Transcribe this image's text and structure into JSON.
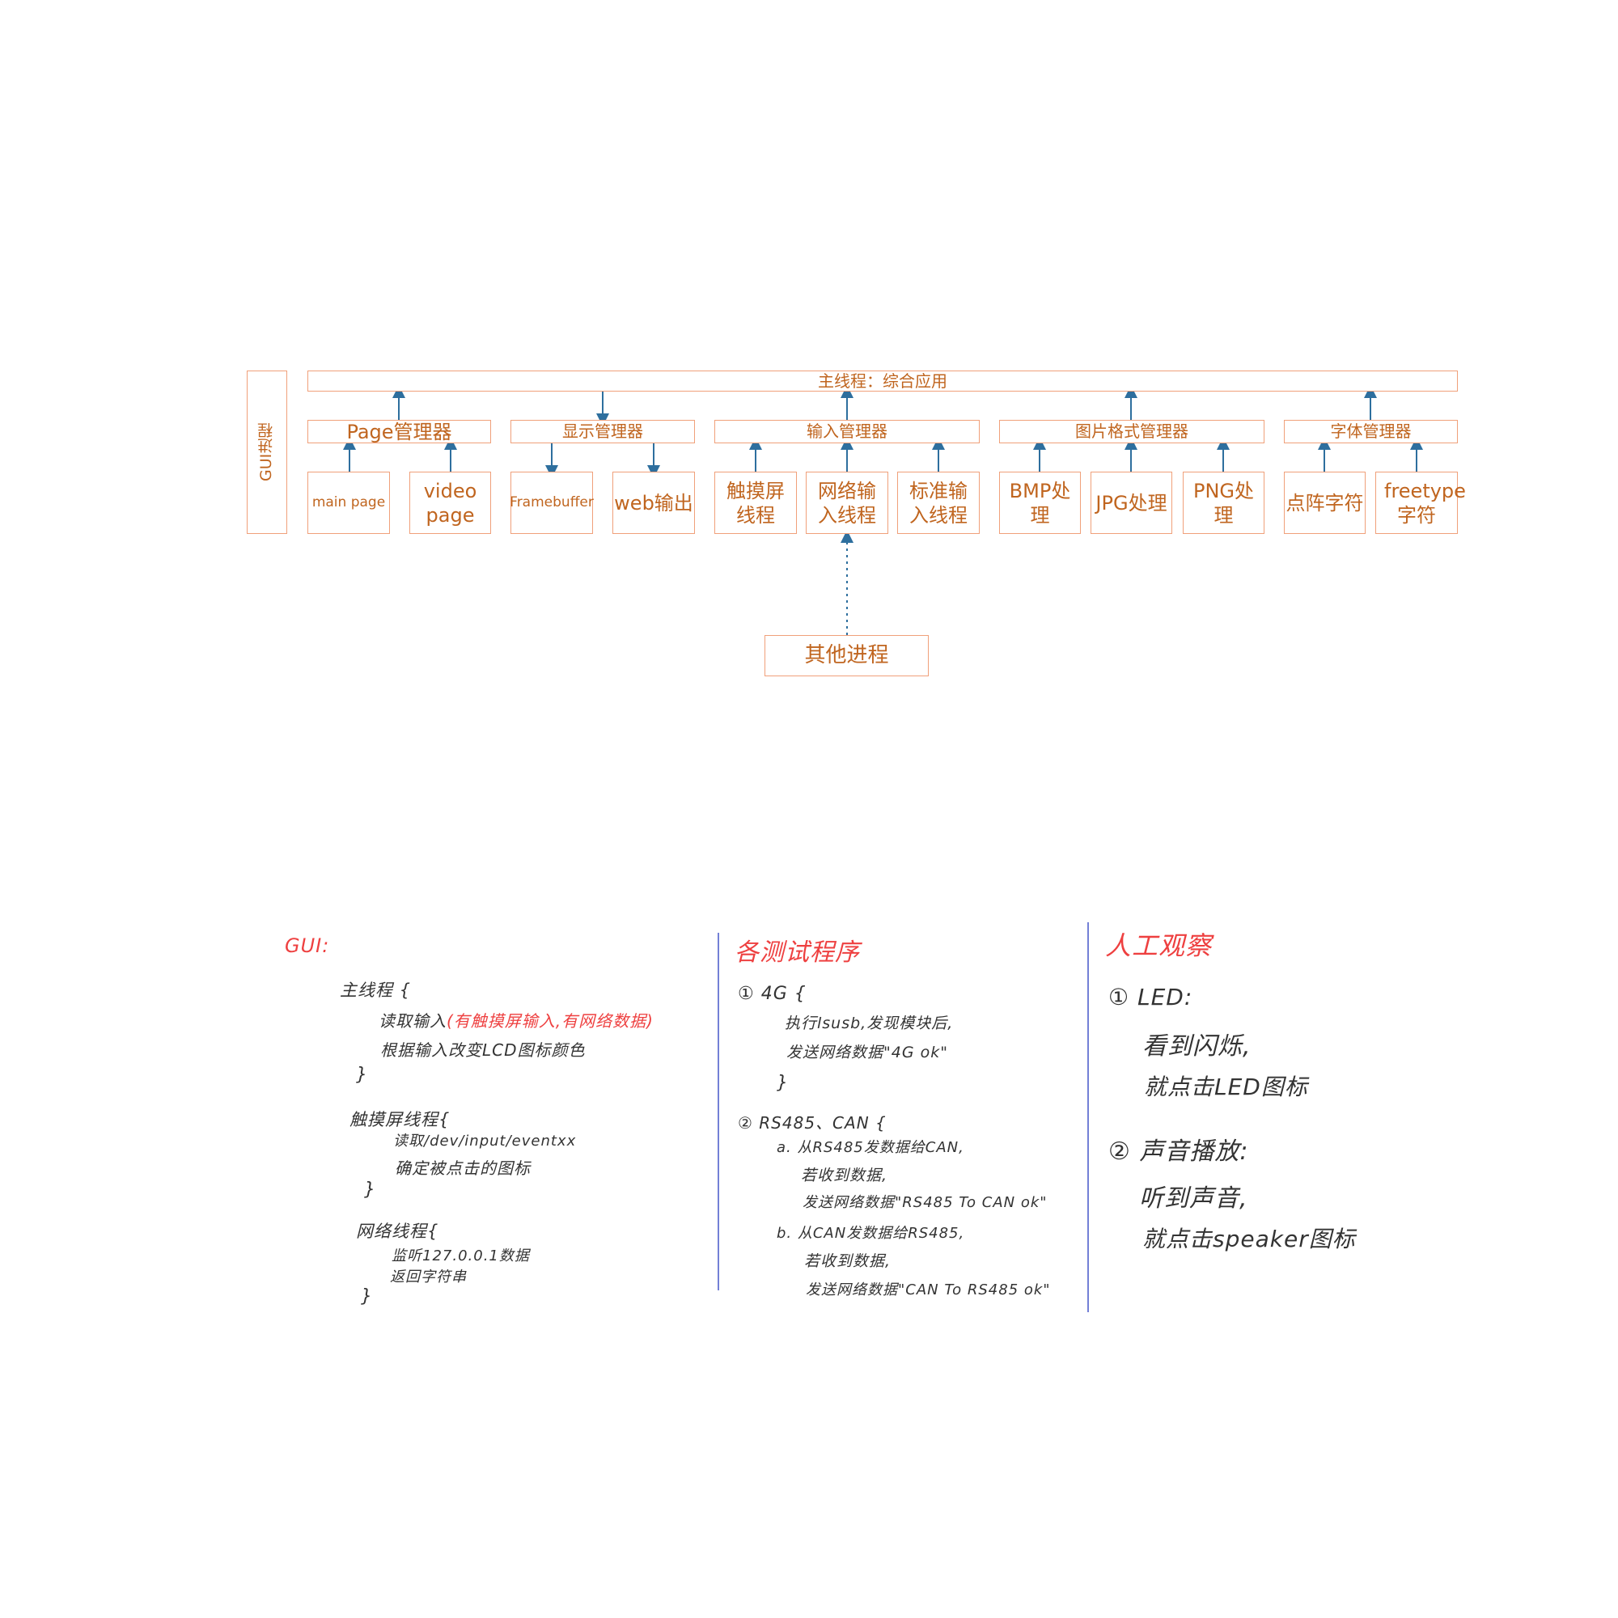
{
  "diagram": {
    "gui_process_label": "GUI进程",
    "main_thread": "主线程：综合应用",
    "managers": {
      "page": "Page管理器",
      "display": "显示管理器",
      "input": "输入管理器",
      "image": "图片格式管理器",
      "font": "字体管理器"
    },
    "modules": {
      "main_page": "main  page",
      "video_page": "video page",
      "framebuffer": "Framebuffer",
      "web_output": "web输出",
      "touch_thread": "触摸屏线程",
      "net_thread": "网络输入线程",
      "std_thread": "标准输入线程",
      "bmp": "BMP处理",
      "jpg": "JPG处理",
      "png": "PNG处理",
      "dot_font": "点阵字符",
      "freetype": "freetype字符"
    },
    "other_process": "其他进程"
  },
  "notes": {
    "gui": {
      "title": "GUI:",
      "main_thread": "主线程 {",
      "read_input": "读取输入",
      "read_input_note": "(有触摸屏输入,有网络数据)",
      "change_color": "根据输入改变LCD图标颜色",
      "close1": "}",
      "touch_thread": "触摸屏线程{",
      "read_dev": "读取/dev/input/eventxx",
      "find_icon": "确定被点击的图标",
      "close2": "}",
      "net_thread": "网络线程{",
      "listen": "监听127.0.0.1数据",
      "return_str": "返回字符串",
      "close3": "}"
    },
    "tests": {
      "title": "各测试程序",
      "item1": "① 4G {",
      "item1_a": "执行lsusb,发现模块后,",
      "item1_b": "发送网络数据\"4G ok\"",
      "close1": "}",
      "item2": "② RS485、CAN {",
      "item2_a": "a. 从RS485发数据给CAN,",
      "item2_a1": "若收到数据,",
      "item2_a2": "发送网络数据\"RS485 To CAN ok\"",
      "item2_b": "b. 从CAN发数据给RS485,",
      "item2_b1": "若收到数据,",
      "item2_b2": "发送网络数据\"CAN To RS485 ok\""
    },
    "observe": {
      "title": "人工观察",
      "item1": "① LED:",
      "item1_a": "看到闪烁,",
      "item1_b": "就点击LED图标",
      "item2": "② 声音播放:",
      "item2_a": "听到声音,",
      "item2_b": "就点击speaker图标"
    }
  },
  "colors": {
    "box_border": "#f0a07a",
    "box_text": "#c0651f",
    "arrow": "#2e6f9e",
    "note_red": "#ee4040",
    "divider": "#7380d6"
  }
}
